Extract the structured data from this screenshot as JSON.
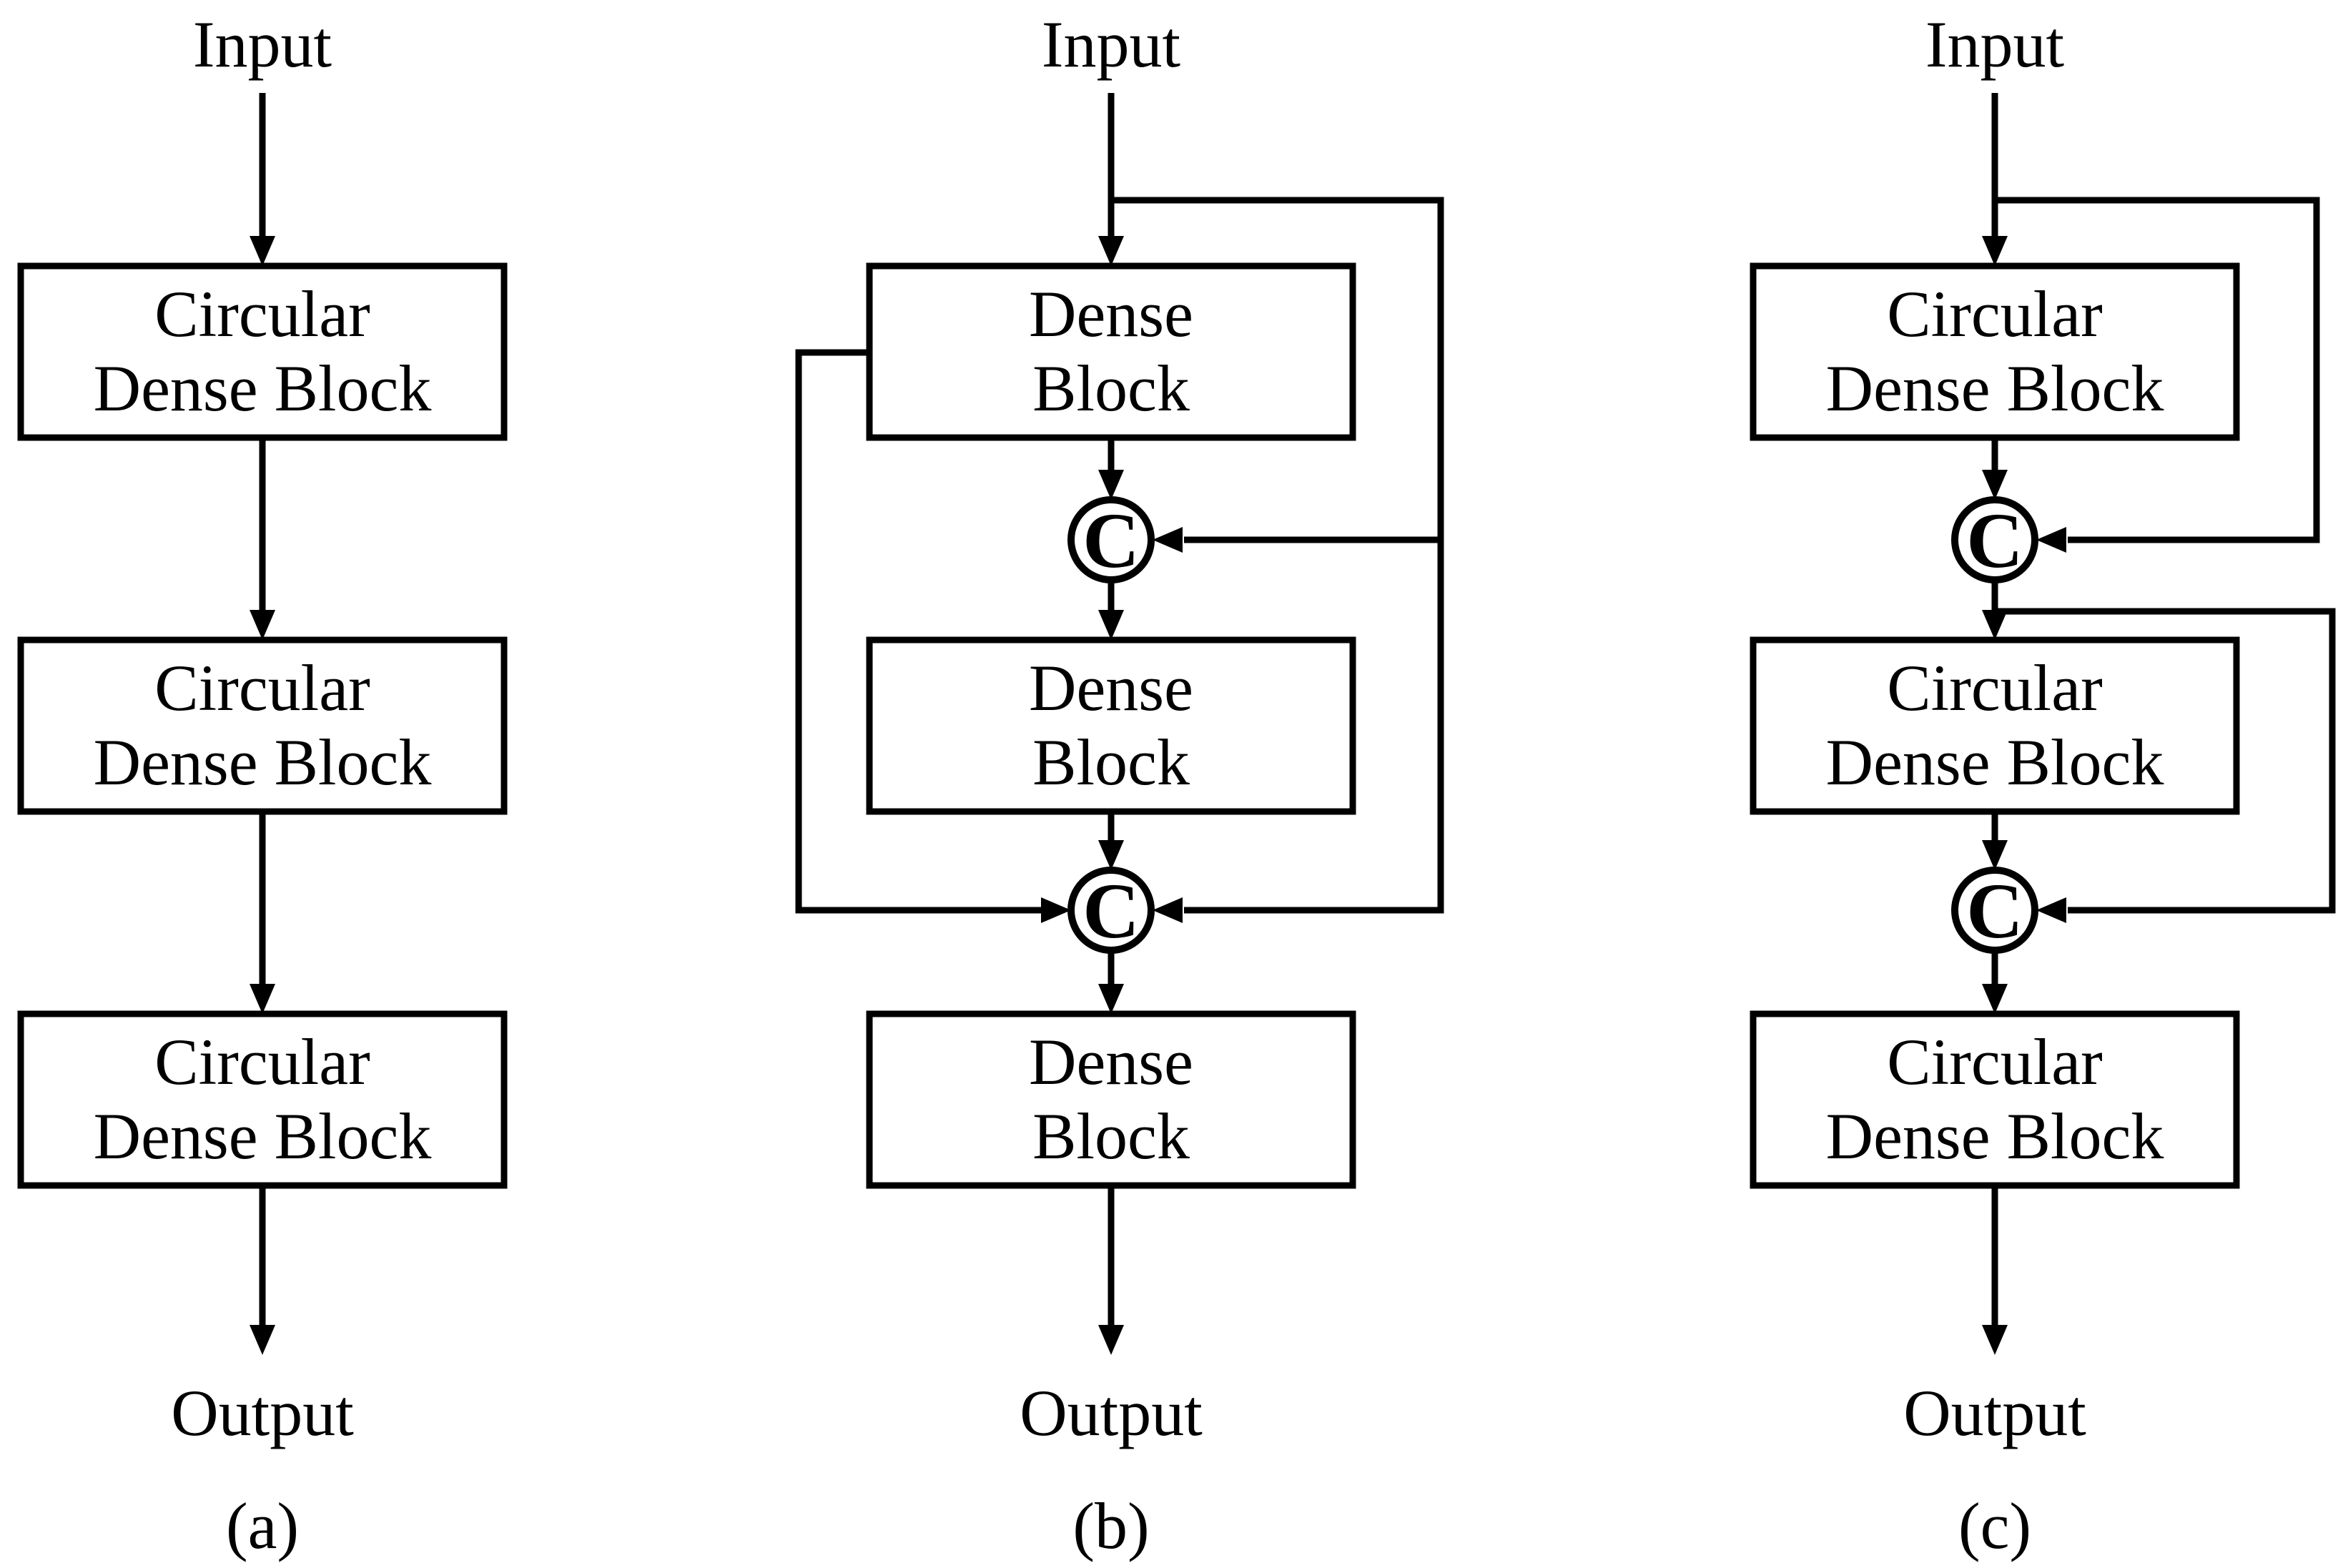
{
  "figure": {
    "colors": {
      "background": "#ffffff",
      "line": "#000000"
    },
    "columns": [
      {
        "caption": "(a)",
        "input_label": "Input",
        "output_label": "Output",
        "blocks": [
          {
            "line1": "Circular",
            "line2": "Dense Block"
          },
          {
            "line1": "Circular",
            "line2": "Dense Block"
          },
          {
            "line1": "Circular",
            "line2": "Dense Block"
          }
        ],
        "concat_nodes": []
      },
      {
        "caption": "(b)",
        "input_label": "Input",
        "output_label": "Output",
        "blocks": [
          {
            "line1": "Dense",
            "line2": "Block"
          },
          {
            "line1": "Dense",
            "line2": "Block"
          },
          {
            "line1": "Dense",
            "line2": "Block"
          }
        ],
        "concat_nodes": [
          {
            "symbol": "C"
          },
          {
            "symbol": "C"
          }
        ]
      },
      {
        "caption": "(c)",
        "input_label": "Input",
        "output_label": "Output",
        "blocks": [
          {
            "line1": "Circular",
            "line2": "Dense Block"
          },
          {
            "line1": "Circular",
            "line2": "Dense Block"
          },
          {
            "line1": "Circular",
            "line2": "Dense Block"
          }
        ],
        "concat_nodes": [
          {
            "symbol": "C"
          },
          {
            "symbol": "C"
          }
        ]
      }
    ]
  }
}
